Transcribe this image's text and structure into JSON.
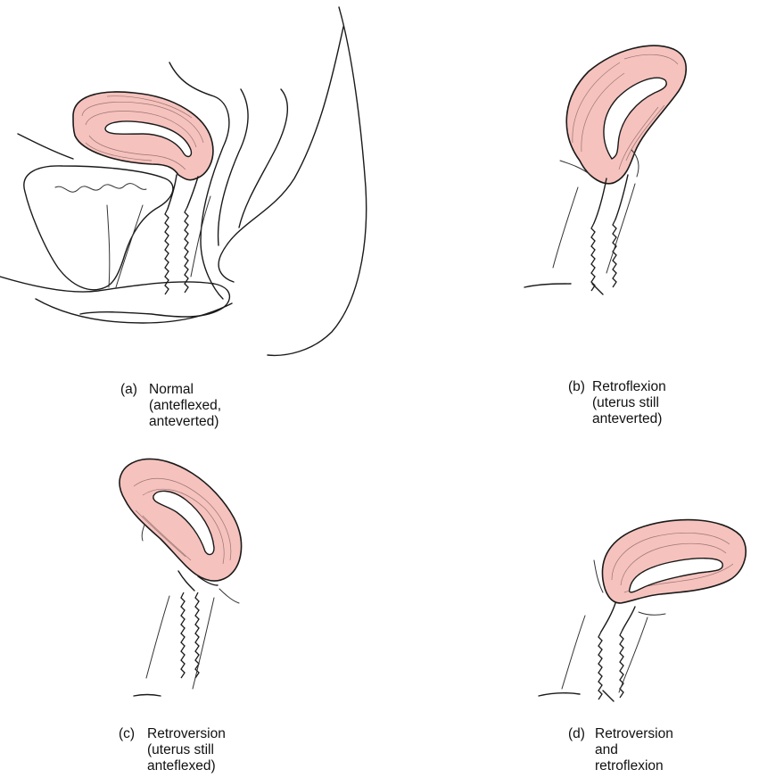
{
  "colors": {
    "uterus_fill": "#f6c2bd",
    "outline": "#1a1a1a",
    "background": "#ffffff"
  },
  "panels": [
    {
      "id": "a",
      "tag": "(a)",
      "lines": [
        "Normal",
        "(anteflexed,",
        "anteverted)"
      ]
    },
    {
      "id": "b",
      "tag": "(b)",
      "lines": [
        "Retroflexion",
        "(uterus still",
        "anteverted)"
      ]
    },
    {
      "id": "c",
      "tag": "(c)",
      "lines": [
        "Retroversion",
        "(uterus still",
        "anteflexed)"
      ]
    },
    {
      "id": "d",
      "tag": "(d)",
      "lines": [
        "Retroversion",
        "and",
        "retroflexion"
      ]
    }
  ]
}
